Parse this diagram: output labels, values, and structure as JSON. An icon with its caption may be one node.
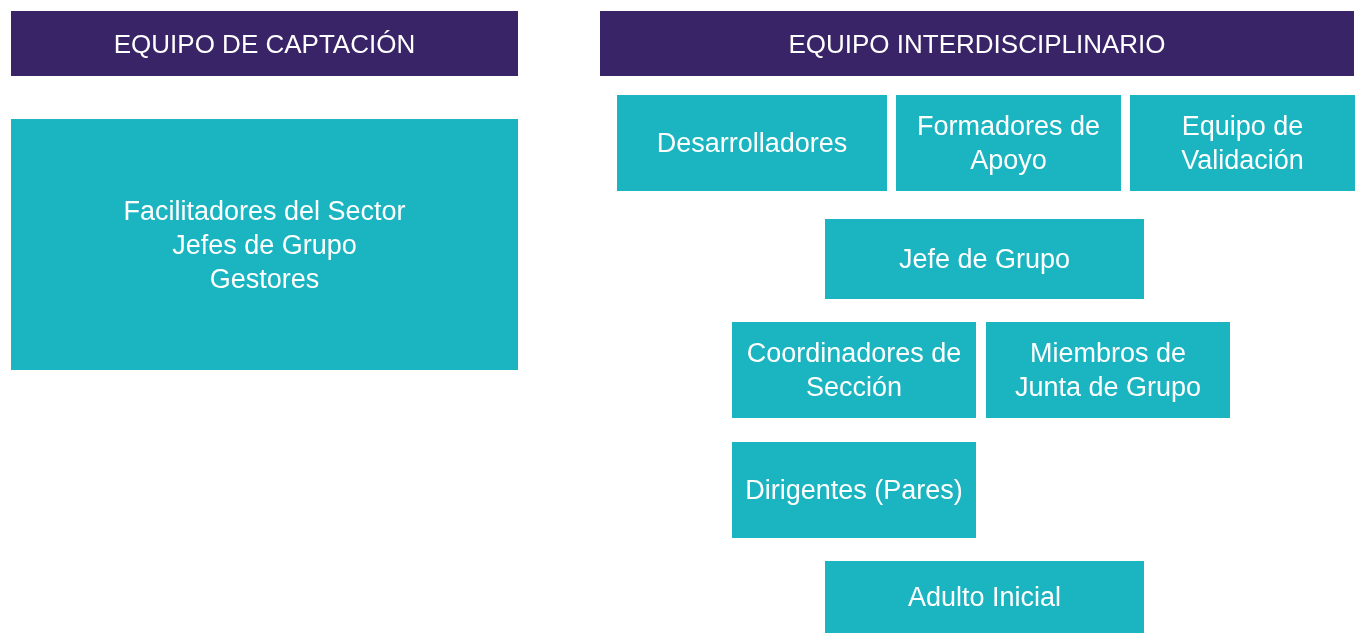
{
  "diagram": {
    "nodes": [
      {
        "text": [
          "EQUIPO DE CAPTACIÓN"
        ]
      },
      {
        "text": [
          "Facilitadores del Sector",
          "Jefes de Grupo",
          "Gestores"
        ]
      },
      {
        "text": [
          "EQUIPO INTERDISCIPLINARIO"
        ]
      },
      {
        "text": [
          "Desarrolladores"
        ]
      },
      {
        "text": [
          "Formadores de Apoyo"
        ]
      },
      {
        "text": [
          "Equipo de Validación"
        ]
      },
      {
        "text": [
          "Jefe de Grupo"
        ]
      },
      {
        "text": [
          "Coordinadores de Sección"
        ]
      },
      {
        "text": [
          "Miembros de Junta de Grupo"
        ]
      },
      {
        "text": [
          "Dirigentes (Pares)"
        ]
      },
      {
        "text": [
          "Adulto Inicial"
        ]
      }
    ]
  }
}
